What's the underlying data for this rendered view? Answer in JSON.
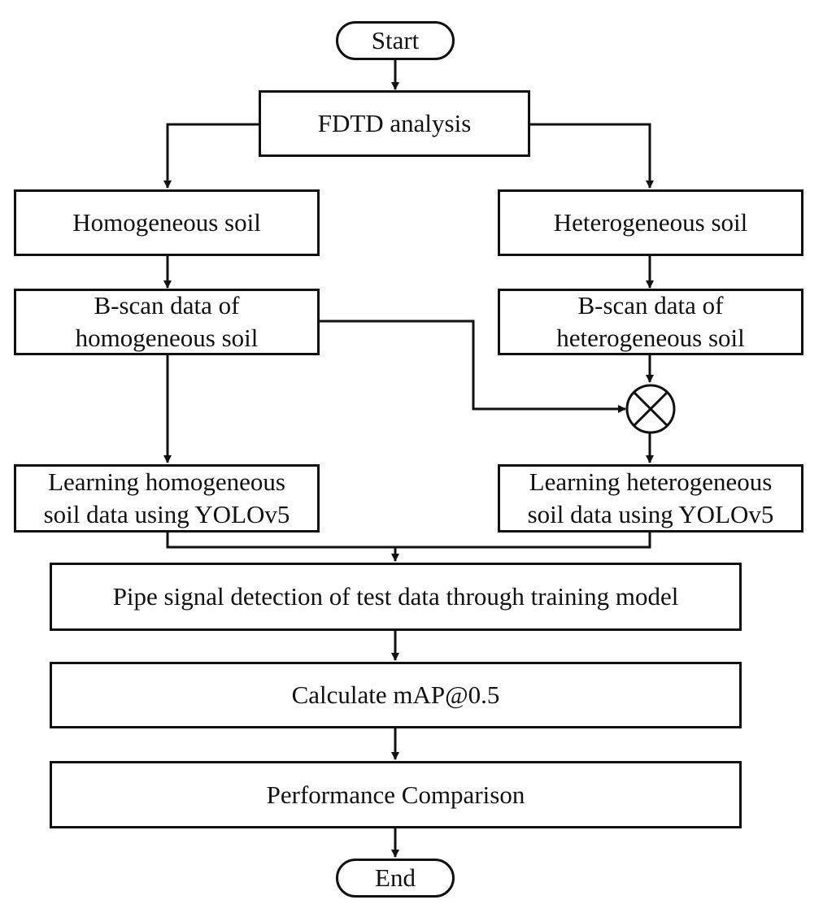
{
  "flowchart": {
    "start": "Start",
    "fdtd": "FDTD analysis",
    "homogeneous_soil": "Homogeneous soil",
    "heterogeneous_soil": "Heterogeneous soil",
    "bscan_homo": [
      "B-scan data of",
      "homogeneous soil"
    ],
    "bscan_hetero": [
      "B-scan data of",
      "heterogeneous soil"
    ],
    "learn_homo": [
      "Learning homogeneous",
      "soil data using YOLOv5"
    ],
    "learn_hetero": [
      "Learning heterogeneous",
      "soil data using YOLOv5"
    ],
    "detection": "Pipe signal detection of test data through training model",
    "map": "Calculate mAP@0.5",
    "comparison": "Performance Comparison",
    "end": "End"
  },
  "colors": {
    "stroke": "#111111",
    "background": "#ffffff"
  },
  "icons": {
    "combine": "circled-x-icon"
  }
}
